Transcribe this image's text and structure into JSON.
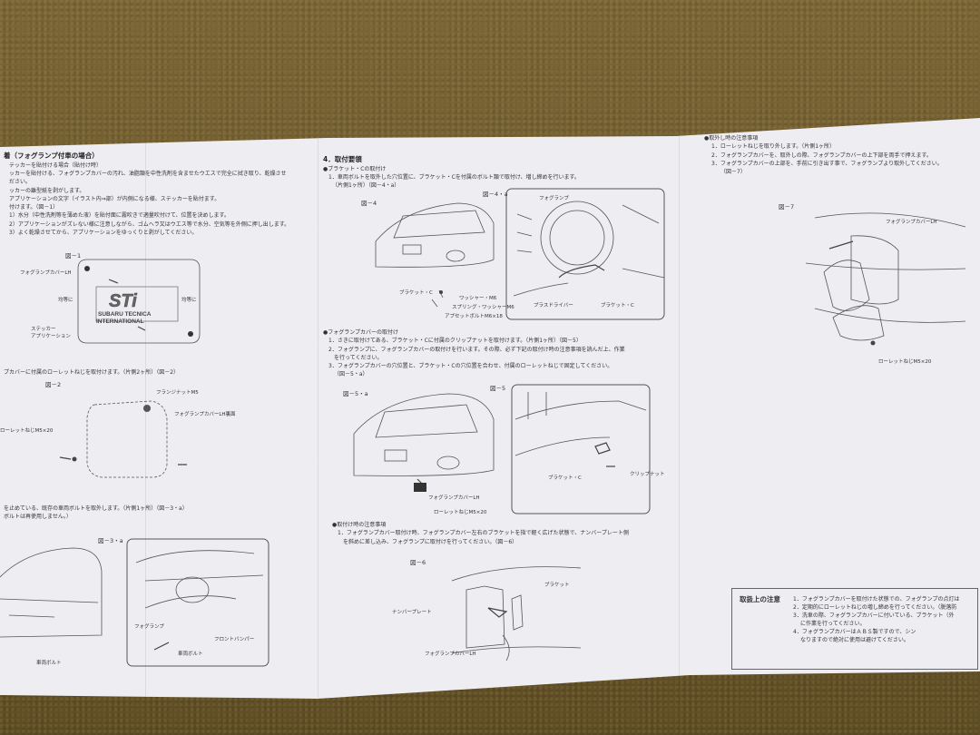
{
  "left_panel": {
    "heading": "着（フォグランプ付車の場合）",
    "lines": [
      "テッカーを貼付ける場合（貼付け時）",
      "ッカーを貼付ける、フォグランプカバーの汚れ、油脂類を中性洗剤を含ませたウエスで完全に拭き取り、乾燥させ",
      "ださい。",
      "ッカーの離型紙を剥がします。",
      "アプリケーションの文字（イラスト内⇒部）が内側になる様、ステッカーを貼付ます。",
      "付けます。（図－1）",
      "1）水分（中性洗剤等を薄めた液）を貼付面に霧吹きで適量吹付けて、位置を決めします。",
      "2）アプリケーションがズレない様に注意しながら、ゴムヘラ又はウエス等で水分、空気等を外側に押し出します。",
      "3）よく乾燥させてから、アプリケーションをゆっくりと剥がしてください。"
    ],
    "fig1": "図－1",
    "fig1_callouts": {
      "cover": "フォグランプカバーLH",
      "equal_left": "均等に",
      "equal_right": "均等に",
      "sticker": "ステッカー",
      "application": "アプリケーション"
    },
    "sti_logo": "STi",
    "subaru_text": "SUBARU TECNICA",
    "international_text": "INTERNATIONAL",
    "mid_line": "プカバーに付属のローレットねじを取付けます。（片側2ヶ所）（図－2）",
    "fig2": "図－2",
    "fig2_callouts": {
      "flange_nut": "フランジナットM5",
      "cover_back": "フォグランプカバーLH裏面",
      "knurl": "ローレットねじM5×20"
    },
    "lower_lines": [
      "を止めている、既存の車両ボルトを取外します。（片側1ヶ所）（図－3・a）",
      "ボルトは再使用しません。）"
    ],
    "fig3": "図－3・a",
    "fig3_callouts": {
      "foglamp": "フォグランプ",
      "bumper": "フロントバンパー",
      "bolt": "車両ボルト",
      "bolt2": "車両ボルト"
    }
  },
  "mid_panel": {
    "heading": "4．取付要領",
    "sub1": "●ブラケット・Cの取付け",
    "lines1": [
      "1．車両ボルトを取外した穴位置に、ブラケット・Cを付属のボルト類で取付け、増し締めを行います。",
      "（片側1ヶ所）（図－4・a）"
    ],
    "fig4": "図－4",
    "fig4a": "図－4・a",
    "fig4_callouts": {
      "foglamp": "フォグランプ",
      "bracket": "ブラケット・C",
      "washer": "ワッシャー・M6",
      "spring_washer": "スプリング・ワッシャーM6",
      "bolt": "アプセットボルトM6×18",
      "driver": "プラスドライバー",
      "bracket_c": "ブラケット・C"
    },
    "sub2": "●フォグランプカバーの取付け",
    "lines2": [
      "1．さきに取付けてある、ブラケット・Cに付属のクリップナットを取付けます。（片側1ヶ所）（図－5）",
      "2．フォグランプに、フォグランプカバーの取付けを行います。その際、必ず下記の取付け時の注意事項を読んだ上、作業",
      "を行ってください。",
      "3．フォグランプカバーの穴位置と、ブラケット・Cの穴位置を合わせ、付属のローレットねじで固定してください。",
      "（図－5・a）"
    ],
    "fig5": "図－5",
    "fig5a": "図－5・a",
    "fig5_callouts": {
      "cover": "フォグランプカバーLH",
      "knurl": "ローレットねじM5×20",
      "bracket": "ブラケット・C",
      "clip_nut": "クリップナット"
    },
    "sub3": "●取付け時の注意事項",
    "lines3": [
      "1．フォグランプカバー取付け時、フォグランプカバー左右のブラケットを指で軽く広げた状態で、ナンバープレート側",
      "を斜めに差し込み、フォグランプに取付けを行ってください。（図－6）"
    ],
    "fig6": "図－6",
    "fig6_callouts": {
      "bracket": "ブラケット",
      "plate": "ナンバープレート",
      "cover": "フォグランプカバーLH"
    }
  },
  "right_panel": {
    "sub": "●取外し時の注意事項",
    "lines": [
      "1．ローレットねじを取り外します。（片側1ヶ所）",
      "2．フォグランプカバーを、取外しの際、フォグランプカバーの上下部を両手で押えます。",
      "3．フォグランプカバーの上部を、手前に引き出す事で、フォグランプより取外してください。",
      "（図－7）"
    ],
    "fig7": "図－7",
    "fig7_callouts": {
      "cover": "フォグランプカバーLH",
      "knurl": "ローレットねじM5×20"
    },
    "notes_title": "取扱上の注意",
    "notes": [
      "1．フォグランプカバーを取付けた状態での、フォグランプの点灯は",
      "2．定期的にローレットねじの増し締めを行ってください。（脱落防",
      "3．洗車の際、フォグランプカバーに付いている、ブラケット（外",
      "に作業を行ってください。",
      "4．フォグランプカバーはＡＢＳ製ですので、シン",
      "なりますので絶対に使用は避けてください。"
    ]
  }
}
